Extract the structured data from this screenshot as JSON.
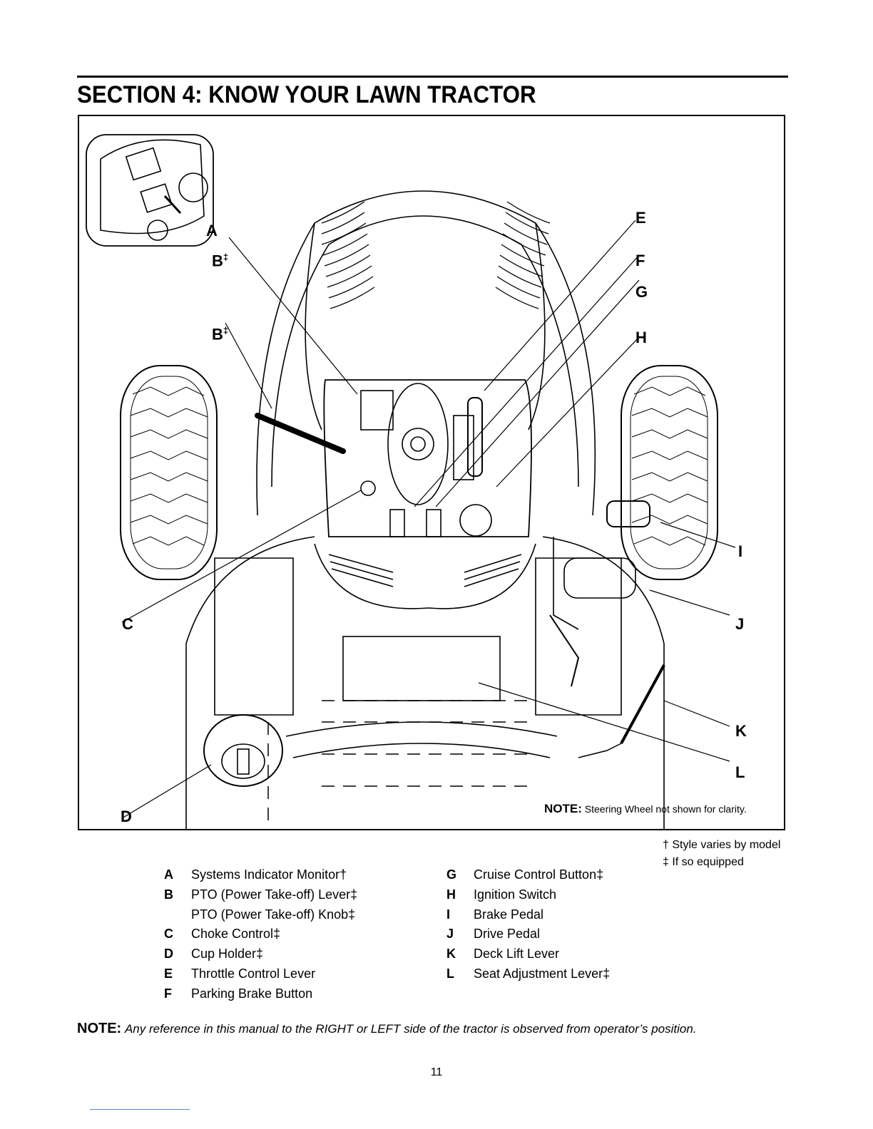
{
  "section_title": "SECTION 4: KNOW YOUR LAWN TRACTOR",
  "figure": {
    "callouts": {
      "A": "A",
      "B_top": "B",
      "B_bottom": "B",
      "double_dagger": "‡",
      "C": "C",
      "D": "D",
      "E": "E",
      "F": "F",
      "G": "G",
      "H": "H",
      "I": "I",
      "J": "J",
      "K": "K",
      "L": "L"
    },
    "note_label": "NOTE:",
    "note_text": "Steering Wheel not shown for clarity."
  },
  "footnotes": {
    "dagger": "† Style varies by model",
    "double_dagger": "‡ If so equipped"
  },
  "legend": {
    "left": [
      {
        "key": "A",
        "text": "Systems Indicator Monitor†"
      },
      {
        "key": "B",
        "text": "PTO (Power Take-off) Lever‡"
      },
      {
        "key": "",
        "text": "PTO (Power Take-off) Knob‡"
      },
      {
        "key": "C",
        "text": "Choke Control‡"
      },
      {
        "key": "D",
        "text": "Cup Holder‡"
      },
      {
        "key": "E",
        "text": "Throttle Control Lever"
      },
      {
        "key": "F",
        "text": "Parking Brake Button"
      }
    ],
    "right": [
      {
        "key": "G",
        "text": "Cruise Control Button‡"
      },
      {
        "key": "H",
        "text": "Ignition Switch"
      },
      {
        "key": "I",
        "text": "Brake Pedal"
      },
      {
        "key": "J",
        "text": "Drive Pedal"
      },
      {
        "key": "K",
        "text": "Deck Lift Lever"
      },
      {
        "key": "L",
        "text": "Seat Adjustment Lever‡"
      }
    ]
  },
  "bottom_note": {
    "label": "NOTE:",
    "text": "Any reference in this manual to the RIGHT or LEFT side of the tractor is observed from operator’s position."
  },
  "page_number": "11"
}
